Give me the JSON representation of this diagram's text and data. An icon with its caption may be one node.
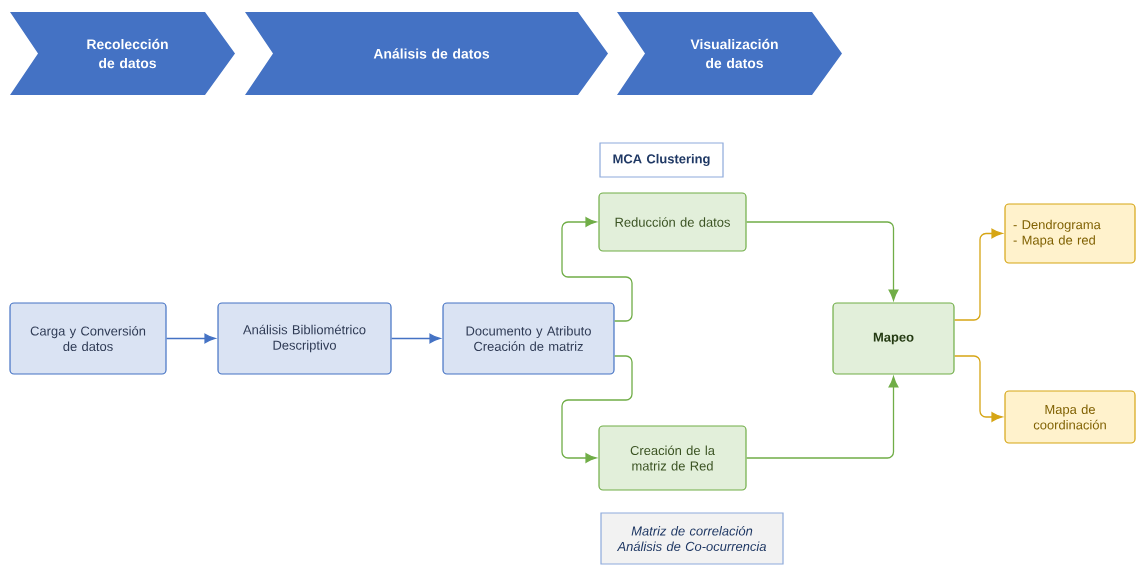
{
  "diagram": {
    "nodes": [
      {
        "text": [
          "Recolección de datos"
        ]
      },
      {
        "text": [
          "Análisis de datos"
        ]
      },
      {
        "text": [
          "Visualización de datos"
        ]
      },
      {
        "text": [
          "MCA Clustering"
        ]
      },
      {
        "text": [
          "Reducción de datos"
        ]
      },
      {
        "text": [
          "Carga y Conversión de datos"
        ]
      },
      {
        "text": [
          "Análisis Bibliométrico Descriptivo"
        ]
      },
      {
        "text": [
          "Documento y Atributo Creación de matriz"
        ]
      },
      {
        "text": [
          "Mapeo"
        ]
      },
      {
        "text": [
          "- Dendrograma",
          "- Mapa de red"
        ]
      },
      {
        "text": [
          "Creación de la matriz de Red"
        ]
      },
      {
        "text": [
          "Mapa de coordinación"
        ]
      },
      {
        "text": [
          "Matriz de correlación Análisis de Co-ocurrencia"
        ]
      }
    ],
    "edges": [
      {
        "from": 5,
        "to": 6,
        "arrow": "to",
        "color": "#4472c4"
      },
      {
        "from": 6,
        "to": 7,
        "arrow": "to",
        "color": "#4472c4"
      },
      {
        "from": 7,
        "to": 4,
        "arrow": "to"
      },
      {
        "from": 7,
        "to": 10,
        "arrow": "to"
      },
      {
        "from": 4,
        "to": 8,
        "arrow": "to"
      },
      {
        "from": 10,
        "to": 8,
        "arrow": "to"
      },
      {
        "from": 8,
        "to": 9,
        "arrow": "to",
        "color": "#d6a514"
      },
      {
        "from": 8,
        "to": 11,
        "arrow": "to",
        "color": "#d6a514"
      }
    ]
  }
}
